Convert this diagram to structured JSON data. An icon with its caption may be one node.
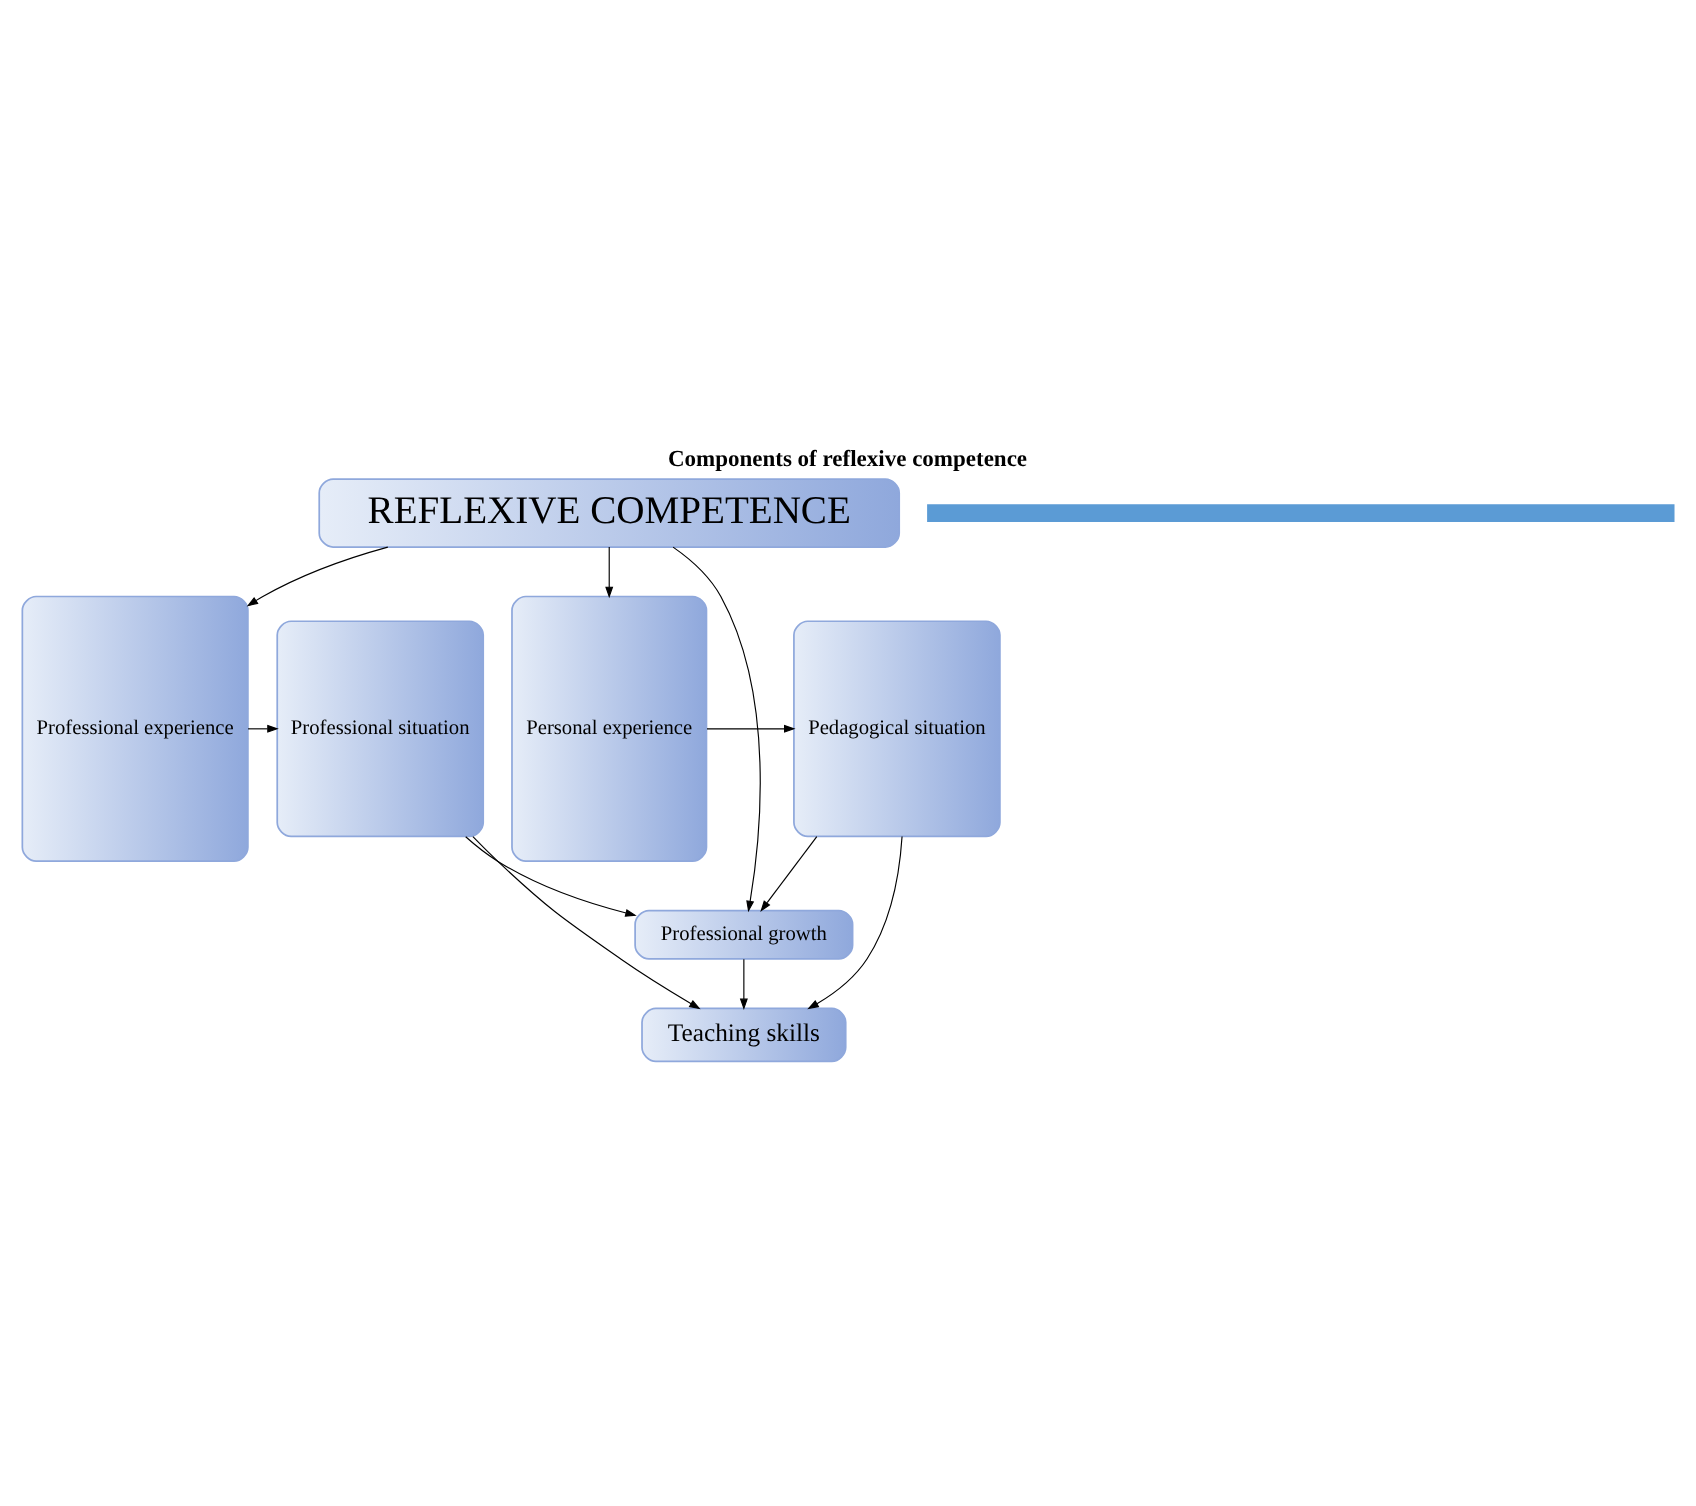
{
  "diagram": {
    "title": "Components of reflexive competence",
    "nodes": [
      {
        "text": [
          "REFLEXIVE COMPETENCE"
        ]
      },
      {
        "text": [
          "Professional experience"
        ]
      },
      {
        "text": [
          "Professional situation"
        ]
      },
      {
        "text": [
          "Professional growth"
        ]
      },
      {
        "text": [
          "Teaching skills"
        ]
      },
      {
        "text": [
          "Pedagogical situation"
        ]
      },
      {
        "text": [
          "Personal experience"
        ]
      },
      {
        "text": [],
        "shape": "bar"
      }
    ],
    "edges": [
      {
        "from": 0,
        "to": 1,
        "arrow": "to"
      },
      {
        "from": 0,
        "to": 3,
        "arrow": "to"
      },
      {
        "from": 0,
        "to": 6,
        "arrow": "to"
      },
      {
        "from": 1,
        "to": 2,
        "arrow": "to"
      },
      {
        "from": 2,
        "to": 3,
        "arrow": "to"
      },
      {
        "from": 2,
        "to": 4,
        "arrow": "to"
      },
      {
        "from": 3,
        "to": 4,
        "arrow": "to"
      },
      {
        "from": 5,
        "to": 3,
        "arrow": "to"
      },
      {
        "from": 5,
        "to": 4,
        "arrow": "to"
      },
      {
        "from": 6,
        "to": 5,
        "arrow": "to"
      }
    ]
  }
}
